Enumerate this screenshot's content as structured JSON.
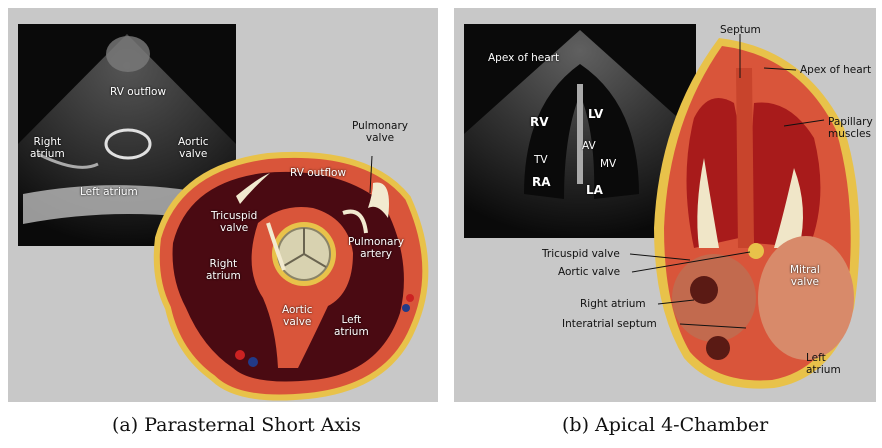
{
  "panel_a": {
    "caption": "(a) Parasternal Short Axis",
    "labels": {
      "rv_outflow_echo": "RV outflow",
      "right_atrium_echo": "Right\natrium",
      "aortic_valve_echo": "Aortic\nvalve",
      "left_atrium_echo": "Left atrium",
      "pulmonary_valve": "Pulmonary\nvalve",
      "rv_outflow": "RV outflow",
      "tricuspid_valve": "Tricuspid\nvalve",
      "pulmonary_artery": "Pulmonary\nartery",
      "right_atrium": "Right\natrium",
      "aortic_valve": "Aortic\nvalve",
      "left_atrium": "Left\natrium"
    }
  },
  "panel_b": {
    "caption": "(b) Apical 4-Chamber",
    "labels": {
      "apex_echo": "Apex of heart",
      "rv": "RV",
      "lv": "LV",
      "av": "AV",
      "tv": "TV",
      "mv": "MV",
      "ra": "RA",
      "la": "LA",
      "septum": "Septum",
      "apex": "Apex of heart",
      "papillary": "Papillary\nmuscles",
      "tricuspid_valve": "Tricuspid valve",
      "aortic_valve": "Aortic valve",
      "mitral_valve": "Mitral\nvalve",
      "right_atrium": "Right atrium",
      "interatrial_septum": "Interatrial septum",
      "left_atrium": "Left\natrium"
    }
  },
  "colors": {
    "panel_bg": "#c8c8c8",
    "muscle": "#d9553a",
    "chamber": "#4a0a12",
    "fat": "#e8c24a"
  }
}
